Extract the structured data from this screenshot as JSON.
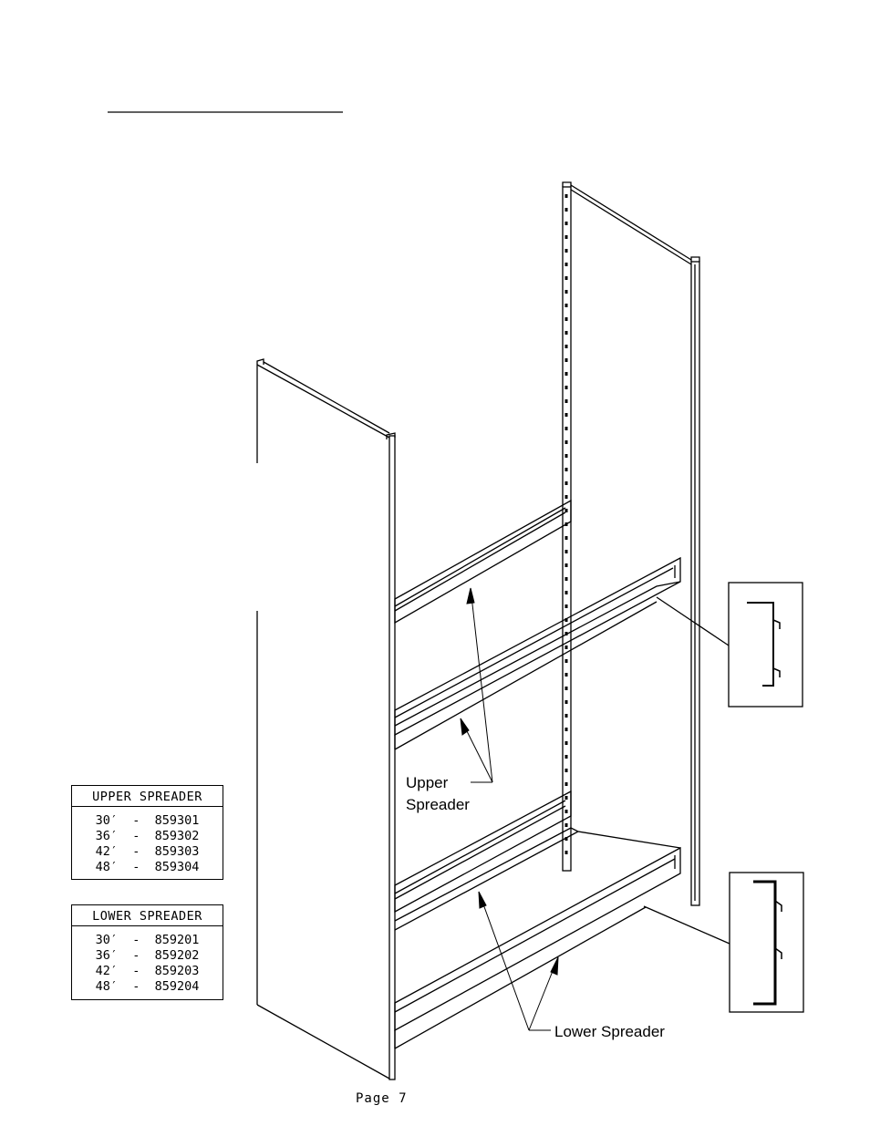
{
  "upper_spreader_table": {
    "header": "UPPER SPREADER",
    "rows": [
      "30′  -  859301",
      "36′  -  859302",
      "42′  -  859303",
      "48′  -  859304"
    ]
  },
  "lower_spreader_table": {
    "header": "LOWER SPREADER",
    "rows": [
      "30′  -  859201",
      "36′  -  859202",
      "42′  -  859203",
      "48′  -  859204"
    ]
  },
  "callouts": {
    "upper_line1": "Upper",
    "upper_line2": "Spreader",
    "lower": "Lower Spreader"
  },
  "page_label": "Page 7"
}
